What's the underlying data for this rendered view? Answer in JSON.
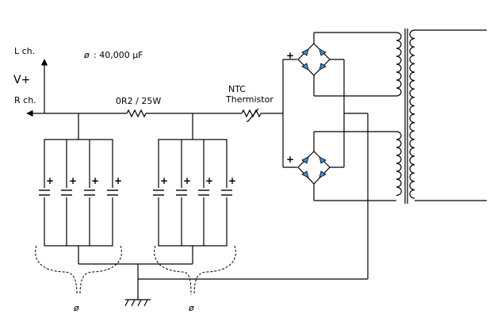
{
  "labels": {
    "left_channel": "L ch.",
    "voltage": "V+",
    "right_channel": "R ch.",
    "capacitance_symbol": "ø",
    "capacitance": ": 40,000 µF",
    "resistor": "0R2 / 25W",
    "ntc_line1": "NTC",
    "ntc_line2": "Thermistor",
    "plus": "+",
    "cap_bank_marker_left": "ø",
    "cap_bank_marker_right": "ø"
  },
  "colors": {
    "wire": "#000000",
    "diode": "#3a8fd6"
  }
}
